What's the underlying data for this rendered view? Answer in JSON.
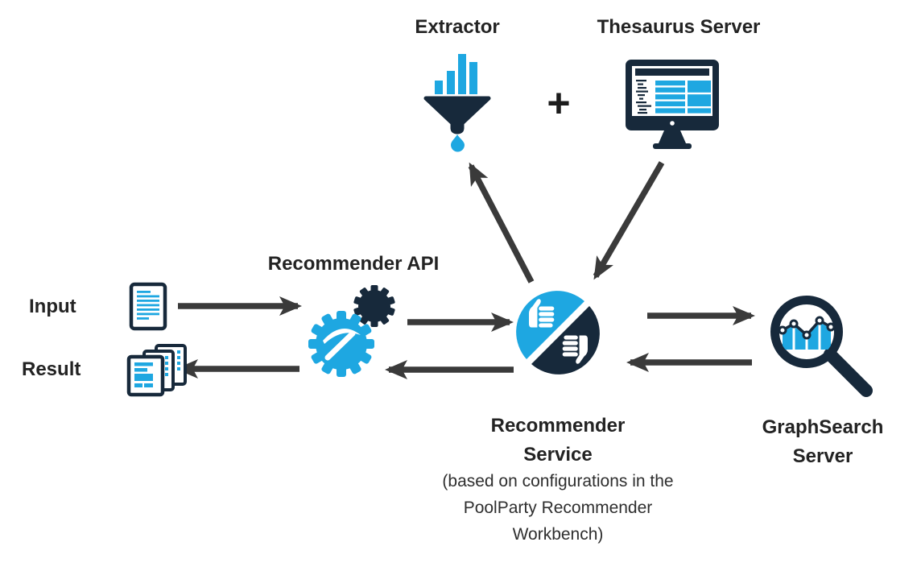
{
  "palette": {
    "blue": "#1ea7e1",
    "navy": "#17293b",
    "arrow": "#3a3a3a",
    "text": "#232323",
    "plus": "#1b1b1b"
  },
  "diagram": {
    "input": {
      "label": "Input"
    },
    "result": {
      "label": "Result"
    },
    "recommender_api": {
      "label": "Recommender API"
    },
    "extractor": {
      "label": "Extractor"
    },
    "thesaurus_server": {
      "label": "Thesaurus Server"
    },
    "plus_symbol": "+",
    "recommender_service": {
      "title_line1": "Recommender",
      "title_line2": "Service",
      "subtitle_line1": "(based on configurations in the",
      "subtitle_line2": "PoolParty Recommender",
      "subtitle_line3": "Workbench)"
    },
    "graphsearch_server": {
      "title_line1": "GraphSearch",
      "title_line2": "Server"
    },
    "edges": [
      {
        "from": "input-document",
        "to": "recommender-api"
      },
      {
        "from": "recommender-api",
        "to": "result-documents"
      },
      {
        "from": "recommender-api",
        "to": "recommender-service"
      },
      {
        "from": "recommender-service",
        "to": "recommender-api"
      },
      {
        "from": "recommender-service",
        "to": "extractor"
      },
      {
        "from": "thesaurus-server",
        "to": "recommender-service"
      },
      {
        "from": "recommender-service",
        "to": "graphsearch-server"
      },
      {
        "from": "graphsearch-server",
        "to": "recommender-service"
      }
    ],
    "icons": {
      "extractor": "funnel-bar-chart-droplet-icon",
      "thesaurus_server": "monitor-taxonomy-icon",
      "recommender_api": "gears-pickaxe-icon",
      "recommender_service": "thumbs-up-down-circle-icon",
      "graphsearch_server": "magnifier-chart-icon",
      "input": "document-icon",
      "result": "document-stack-icon",
      "between_extractor_and_thesaurus": "plus-icon"
    }
  }
}
